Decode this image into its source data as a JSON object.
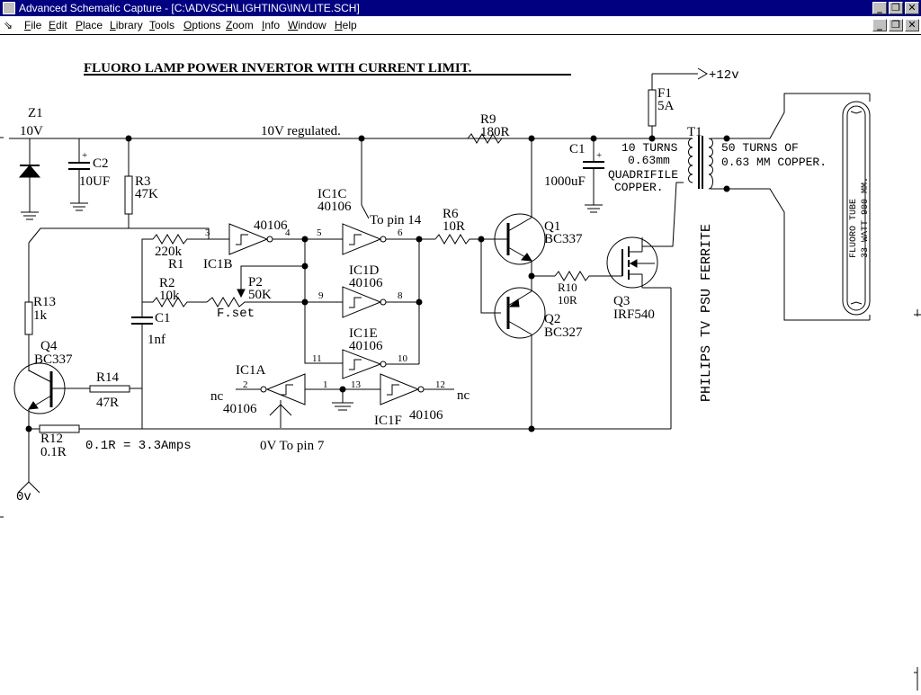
{
  "window": {
    "title": "Advanced Schematic Capture - [C:\\ADVSCH\\LIGHTING\\INVLITE.SCH]",
    "min_glyph": "_",
    "max_glyph": "❐",
    "close_glyph": "✕",
    "icons": {
      "app": "app-icon",
      "doc": "document-icon"
    }
  },
  "menu": {
    "doc_glyph": "⇘",
    "items": [
      "File",
      "Edit",
      "Place",
      "Library",
      "Tools",
      "Options",
      "Zoom",
      "Info",
      "Window",
      "Help"
    ]
  },
  "schematic": {
    "title": "FLUORO LAMP POWER INVERTOR WITH CURRENT LIMIT.",
    "supply": "+12v",
    "ground": "0v",
    "net_10v": "10V regulated.",
    "note_topin14": "To pin 14",
    "note_0v_pin7": "0V To pin 7",
    "note_shunt": "0.1R = 3.3Amps",
    "fset": "F.set",
    "nc": "nc",
    "labels": {
      "z1": "Z1",
      "z1v": "10V",
      "c2": "C2",
      "c2v": "10UF",
      "r3": "R3",
      "r3v": "47K",
      "r1v": "220k",
      "r1": "R1",
      "r2": "R2",
      "r2v": "10k",
      "p2": "P2",
      "p2v": "50K",
      "c1s": "C1",
      "c1sv": "1nf",
      "r13": "R13",
      "r13v": "1k",
      "q4": "Q4",
      "q4v": "BC337",
      "r14": "R14",
      "r14v": "47R",
      "r12": "R12",
      "r12v": "0.1R",
      "ic1b": "IC1B",
      "ic1b_type": "40106",
      "ic1c": "IC1C",
      "ic1c_type": "40106",
      "ic1d": "IC1D",
      "ic1d_type": "40106",
      "ic1e": "IC1E",
      "ic1e_type": "40106",
      "ic1a": "IC1A",
      "ic1a_type": "40106",
      "ic1f": "IC1F",
      "ic1f_type": "40106",
      "r6": "R6",
      "r6v": "10R",
      "r9": "R9",
      "r9v": "180R",
      "q1": "Q1",
      "q1v": "BC337",
      "q2": "Q2",
      "q2v": "BC327",
      "r10": "R10",
      "r10v": "10R",
      "q3": "Q3",
      "q3v": "IRF540",
      "c1": "C1",
      "c1v": "1000uF",
      "f1": "F1",
      "f1v": "5A",
      "t1": "T1",
      "prim1": "10 TURNS",
      "prim2": "0.63mm",
      "prim3": "QUADRIFILE",
      "prim4": "COPPER.",
      "sec1": "50 TURNS OF",
      "sec2": "0.63 MM COPPER.",
      "ferrite": "PHILIPS TV PSU FERRITE",
      "tube1": "FLUORO TUBE",
      "tube2": "33 WATT 900 MM."
    },
    "pins": {
      "p1": "1",
      "p2": "2",
      "p3": "3",
      "p4": "4",
      "p5": "5",
      "p6": "6",
      "p8": "8",
      "p9": "9",
      "p10": "10",
      "p11": "11",
      "p12": "12",
      "p13": "13"
    }
  }
}
